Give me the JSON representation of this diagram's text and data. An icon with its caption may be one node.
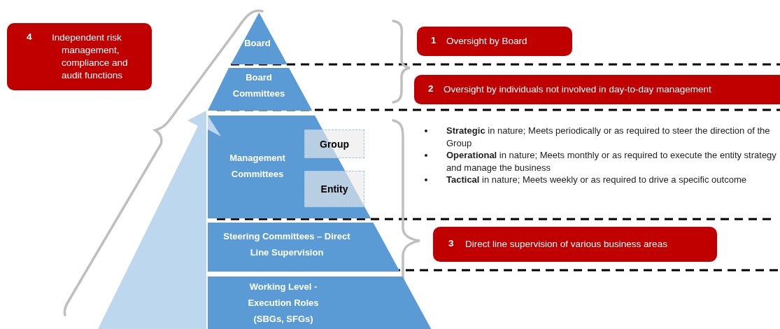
{
  "diagram": {
    "nodes": [
      {
        "text": [
          "4",
          "Independent risk management, compliance and audit functions"
        ]
      },
      {
        "text": [
          "Board"
        ]
      },
      {
        "text": [
          "Board Committees"
        ]
      },
      {
        "text": [
          "Management Committees"
        ]
      },
      {
        "text": [
          "Group"
        ],
        "in": 3
      },
      {
        "text": [
          "Entity"
        ],
        "in": 3
      },
      {
        "text": [
          "Steering Committees – Direct Line Supervision"
        ]
      },
      {
        "text": [
          "Working Level - Execution Roles (SBGs, SFGs)"
        ]
      },
      {
        "text": [
          "1",
          "Oversight by Board"
        ]
      },
      {
        "text": [
          "2",
          "Oversight by individuals not involved in day-to-day management"
        ]
      },
      {
        "text": [
          "3",
          "Direct line supervision of various business areas"
        ]
      },
      {
        "text": [],
        "shape": "triangle"
      }
    ],
    "labels": [
      "**Strategic** in nature; Meets periodically or as required to steer the direction of the Group",
      "**Operational** in nature; Meets monthly or as required to execute the entity strategy and manage the business",
      "**Tactical** in nature; Meets weekly or as required to drive a specific outcome"
    ]
  }
}
